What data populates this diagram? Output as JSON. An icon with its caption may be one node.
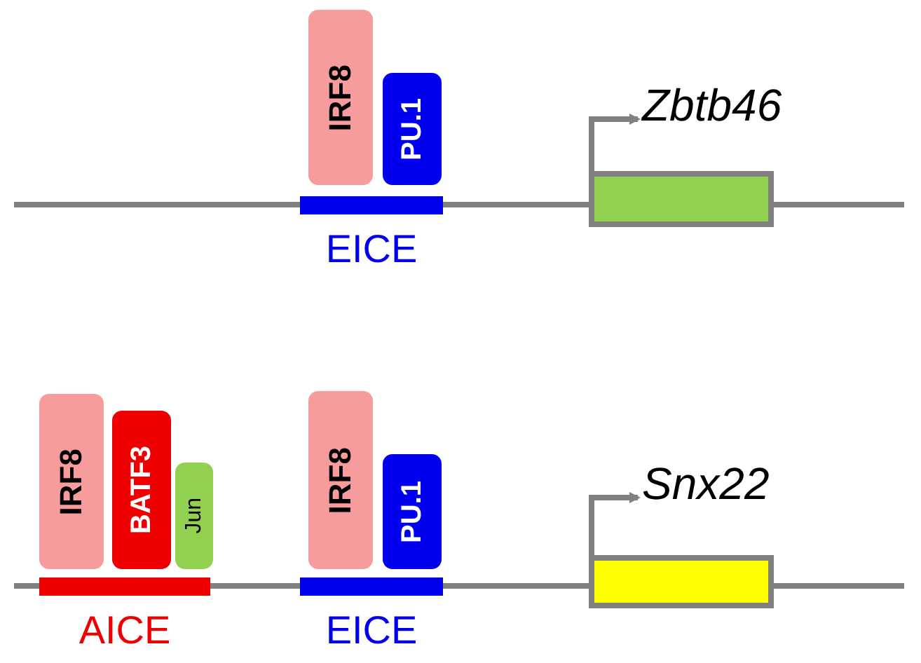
{
  "diagram": {
    "nodes": [
      {
        "text": [
          "IRF8"
        ]
      },
      {
        "text": [
          "PU.1"
        ]
      },
      {
        "text": [
          "EICE"
        ]
      },
      {
        "text": [
          "Zbtb46"
        ]
      },
      {
        "text": [
          "IRF8"
        ]
      },
      {
        "text": [
          "BATF3"
        ]
      },
      {
        "text": [
          "Jun"
        ]
      },
      {
        "text": [
          "AICE"
        ]
      },
      {
        "text": [
          "IRF8"
        ]
      },
      {
        "text": [
          "PU.1"
        ]
      },
      {
        "text": [
          "EICE"
        ]
      },
      {
        "text": [
          "Snx22"
        ]
      }
    ]
  }
}
